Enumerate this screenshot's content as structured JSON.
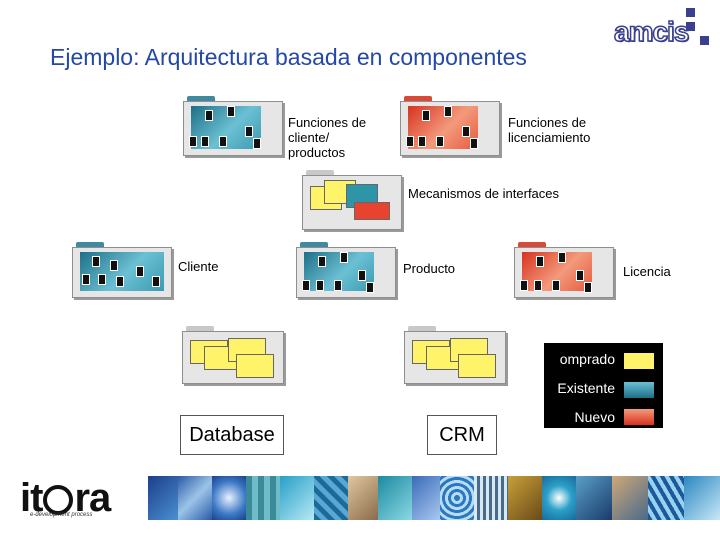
{
  "title": "Ejemplo:  Arquitectura basada en componentes",
  "logo_text": "amcis",
  "labels": {
    "funciones_cliente": [
      "Funciones de",
      "cliente/",
      "productos"
    ],
    "funciones_licenciamiento": [
      "Funciones de",
      "licenciamiento"
    ],
    "mecanismos": "Mecanismos de interfaces",
    "cliente": "Cliente",
    "producto": "Producto",
    "licencia": "Licencia"
  },
  "legend": {
    "items": [
      {
        "label": "omprado",
        "color": "#fff36a"
      },
      {
        "label": "Existente",
        "color": "#2e94a8"
      },
      {
        "label": "Nuevo",
        "color": "#e8432e"
      }
    ]
  },
  "boxes": {
    "database": "Database",
    "crm": "CRM"
  },
  "footer": {
    "brand": "it ra",
    "tagline": "e-development process"
  },
  "colors": {
    "title": "#2448a6",
    "blue_component": "#2e94a8",
    "red_component": "#e8432e",
    "yellow_component": "#fff36a"
  }
}
